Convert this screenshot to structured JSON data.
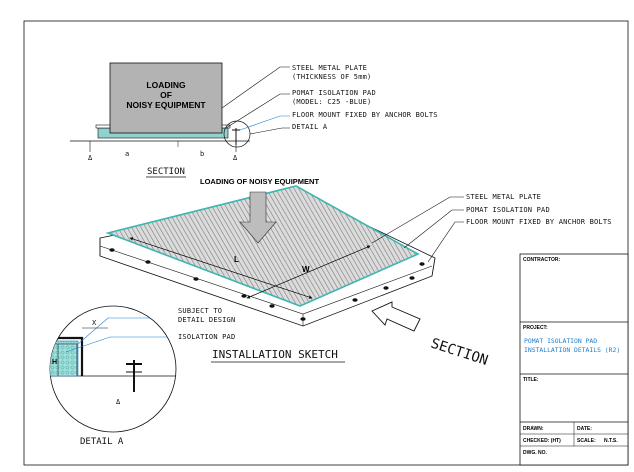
{
  "section_view": {
    "equipment_label_line1": "LOADING",
    "equipment_label_line2": "OF",
    "equipment_label_line3": "NOISY EQUIPMENT",
    "callout_steel_plate_1": "STEEL METAL PLATE",
    "callout_steel_plate_2": "(THICKNESS OF 5mm)",
    "callout_pad_1": "POMAT ISOLATION PAD",
    "callout_pad_2": "(MODEL: C25 -BLUE)",
    "callout_floor": "FLOOR MOUNT FIXED BY ANCHOR BOLTS",
    "callout_detail": "DETAIL A",
    "caption": "SECTION"
  },
  "iso_view": {
    "load_label": "LOADING OF NOISY EQUIPMENT",
    "callout_steel_plate": "STEEL METAL PLATE",
    "callout_pad": "POMAT ISOLATION PAD",
    "callout_floor": "FLOOR MOUNT FIXED BY ANCHOR BOLTS",
    "dim_length": "L",
    "dim_width": "W",
    "caption": "INSTALLATION SKETCH",
    "section_arrow_label": "SECTION"
  },
  "detail_view": {
    "callout_subject_1": "SUBJECT TO",
    "callout_subject_2": "DETAIL DESIGN",
    "callout_pad": "ISOLATION PAD",
    "dim_x": "X",
    "dim_h": "H",
    "caption": "DETAIL A"
  },
  "title_block": {
    "contractor_label": "CONTRACTOR:",
    "project_label": "PROJECT:",
    "project_line1": "POMAT ISOLATION PAD",
    "project_line2": "INSTALLATION DETAILS (R2)",
    "title_label": "TITLE:",
    "drawn_label": "DRAWN:",
    "date_label": "DATE:",
    "checked_label": "CHECKED: (HT)",
    "scale_label": "SCALE:",
    "scale_value": "N.T.S.",
    "dwg_label": "DWG. NO."
  },
  "colors": {
    "pad_fill": "#8fd3d0",
    "plate_grey": "#b3b3b3",
    "detail_blue": "#1e7fd1",
    "line": "#111111"
  }
}
